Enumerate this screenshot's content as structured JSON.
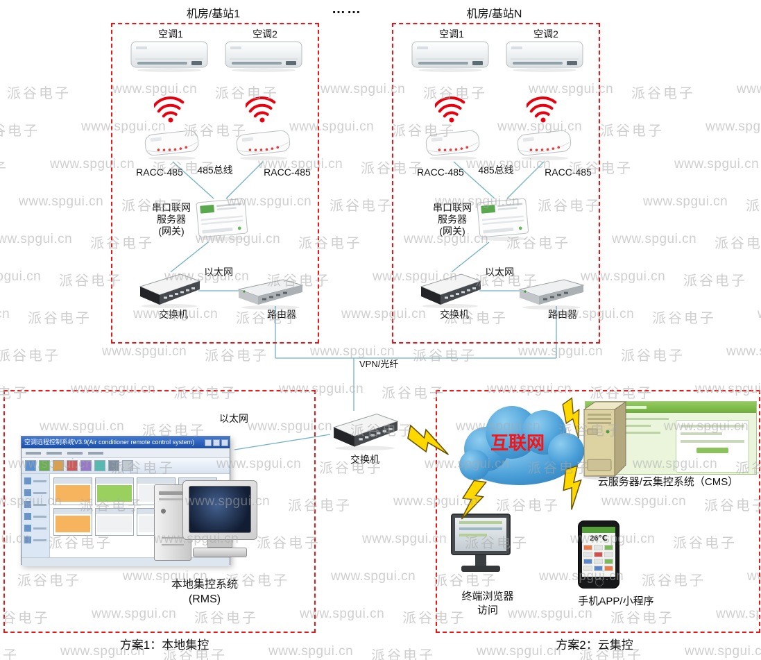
{
  "watermark": {
    "brand": "派谷电子",
    "url": "www.spgui.cn"
  },
  "header": {
    "dots": "……"
  },
  "stations": [
    {
      "title": "机房/基站1",
      "ac1_label": "空调1",
      "ac2_label": "空调2",
      "racc_left": "RACC-485",
      "bus_label": "485总线",
      "racc_right": "RACC-485",
      "serial_line1": "串口联网",
      "serial_line2": "服务器",
      "serial_line3": "(网关)",
      "ethernet_label": "以太网",
      "switch_label": "交换机",
      "router_label": "路由器"
    },
    {
      "title": "机房/基站N",
      "ac1_label": "空调1",
      "ac2_label": "空调2",
      "racc_left": "RACC-485",
      "bus_label": "485总线",
      "racc_right": "RACC-485",
      "serial_line1": "串口联网",
      "serial_line2": "服务器",
      "serial_line3": "(网关)",
      "ethernet_label": "以太网",
      "switch_label": "交换机",
      "router_label": "路由器"
    }
  ],
  "backbone": {
    "vpn_label": "VPN/光纤",
    "switch_label": "交换机",
    "ethernet_label": "以太网"
  },
  "solution1": {
    "caption": "方案1：本地集控",
    "software_title": "空调远程控制系统V3.9(Air conditioner remote control system)",
    "system_line1": "本地集控系统",
    "system_line2": "(RMS)"
  },
  "solution2": {
    "caption": "方案2：云集控",
    "internet_label": "互联网",
    "cms_label": "云服务器/云集控系统（CMS）",
    "terminal_line1": "终端浏览器",
    "terminal_line2": "访问",
    "phone_label": "手机APP/小程序",
    "phone_temp": "26℃"
  }
}
